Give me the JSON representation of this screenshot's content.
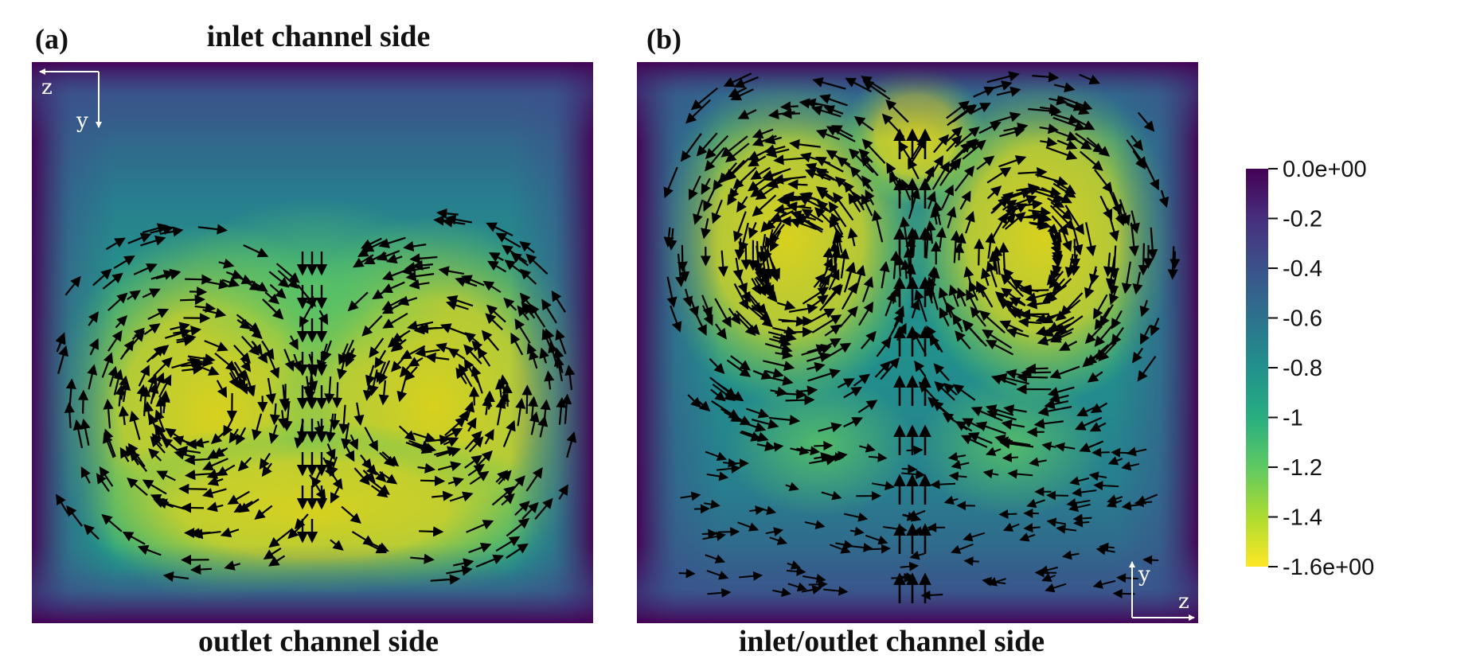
{
  "panel_a": {
    "letter": "(a)",
    "top_label": "inlet channel side",
    "bottom_label": "outlet channel side",
    "axes": {
      "horizontal": "z",
      "vertical": "y"
    }
  },
  "panel_b": {
    "letter": "(b)",
    "bottom_label": "inlet/outlet channel side",
    "axes": {
      "horizontal": "z",
      "vertical": "y"
    }
  },
  "colorbar": {
    "tick_labels": [
      "0.0e+00",
      "-0.2",
      "-0.4",
      "-0.6",
      "-0.8",
      "-1",
      "-1.2",
      "-1.4",
      "-1.6e+00"
    ],
    "colors": [
      "#440154",
      "#472f7d",
      "#3b528b",
      "#2c728e",
      "#21918c",
      "#28ae80",
      "#5ec962",
      "#addc30",
      "#fde725"
    ]
  },
  "arrow_color": "#000000"
}
